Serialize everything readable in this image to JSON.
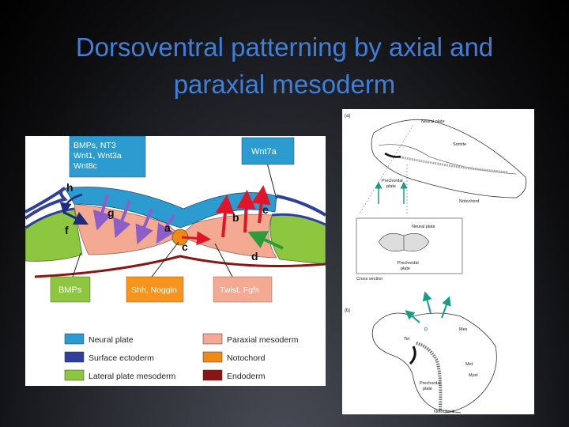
{
  "slide": {
    "title_line1": "Dorsoventral patterning by axial and",
    "title_line2": "paraxial mesoderm"
  },
  "left_diagram": {
    "boxes": {
      "bmps_nt3": [
        "BMPs, NT3",
        "Wnt1, Wnt3a",
        "Wnt8c"
      ],
      "wnt7a": "Wnt7a",
      "bmps": "BMPs",
      "shh_noggin": "Shh, Noggin",
      "twist_fgfs": "Twist, Fgfs"
    },
    "letters": {
      "a": "a",
      "b": "b",
      "c": "c",
      "d": "d",
      "e": "e",
      "f": "f",
      "g": "g",
      "h": "h"
    },
    "legend": [
      {
        "label": "Neural plate",
        "color": "#2b9bd0"
      },
      {
        "label": "Paraxial mesoderm",
        "color": "#f4a993"
      },
      {
        "label": "Surface ectoderm",
        "color": "#2f3f9a"
      },
      {
        "label": "Notochord",
        "color": "#f08a16"
      },
      {
        "label": "Lateral plate mesoderm",
        "color": "#8dc63f"
      },
      {
        "label": "Endoderm",
        "color": "#8a1515"
      }
    ],
    "colors": {
      "box_blue": "#2b9bd0",
      "box_orange": "#f7941d",
      "box_pink": "#f4a993",
      "arrow_purple": "#8b5fc7",
      "arrow_red": "#e0152a",
      "arrow_green": "#2e9b3a"
    }
  },
  "right_diagram": {
    "panel_a_label": "(a)",
    "panel_b_label": "(b)",
    "labels_a": {
      "neural_plate": "Neural plate",
      "somite": "Somite",
      "prechordal_plate": [
        "Prechordal",
        "plate"
      ],
      "notochord": "Notochord"
    },
    "labels_cross": {
      "neural_plate": "Neural plate",
      "prechordal_plate": [
        "Prechordal",
        "plate"
      ],
      "cross_section": "Cross section"
    },
    "labels_b": {
      "d": "D",
      "tel": "Tel",
      "mes": "Mes",
      "met": "Met",
      "myel": "Myel",
      "prechordal_plate": [
        "Prechordal",
        "plate"
      ],
      "notochord": "Notochord"
    },
    "arrow_color": "#1a9b8a"
  }
}
